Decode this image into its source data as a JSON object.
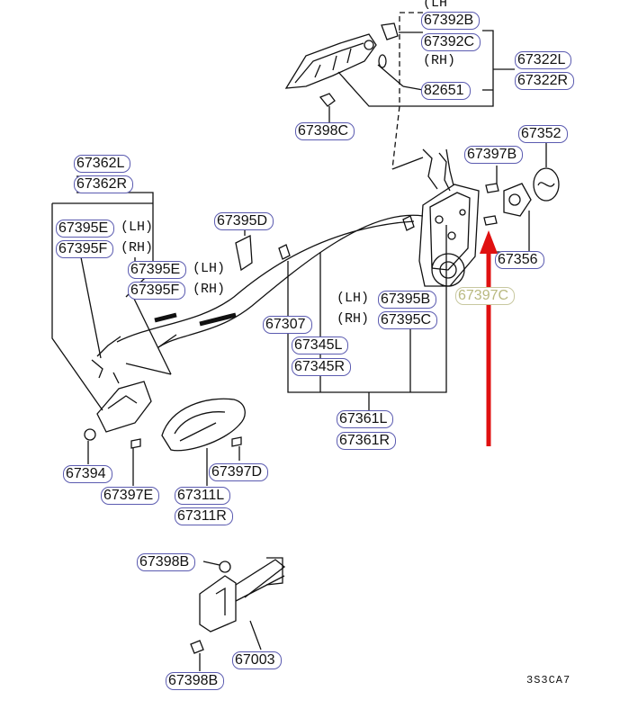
{
  "diagram_code": "3S3CA7",
  "side_labels": {
    "lh_paren": "(LH)",
    "rh_paren": "(RH)",
    "lh_tail": "(LH)",
    "rh_tail": "(RH)",
    "lh_top": "(LH"
  },
  "parts": {
    "p67392B": "67392B",
    "p67392C": "67392C",
    "p67322L": "67322L",
    "p67322R": "67322R",
    "p82651": "82651",
    "p67398C": "67398C",
    "p67352": "67352",
    "p67397B": "67397B",
    "p67362L": "67362L",
    "p67362R": "67362R",
    "p67395D": "67395D",
    "p67395E_a": "67395E",
    "p67395F_a": "67395F",
    "p67395E_b": "67395E",
    "p67395F_b": "67395F",
    "p67356": "67356",
    "p67397C": "67397C",
    "p67395B": "67395B",
    "p67395C": "67395C",
    "p67307": "67307",
    "p67345L": "67345L",
    "p67345R": "67345R",
    "p67361L": "67361L",
    "p67361R": "67361R",
    "p67394": "67394",
    "p67397D": "67397D",
    "p67397E": "67397E",
    "p67311L": "67311L",
    "p67311R": "67311R",
    "p67398B_a": "67398B",
    "p67003": "67003",
    "p67398B_b": "67398B"
  },
  "colors": {
    "pill_border": "#5b5bb0",
    "highlight_text": "#b9b980",
    "arrow": "#e01010"
  }
}
